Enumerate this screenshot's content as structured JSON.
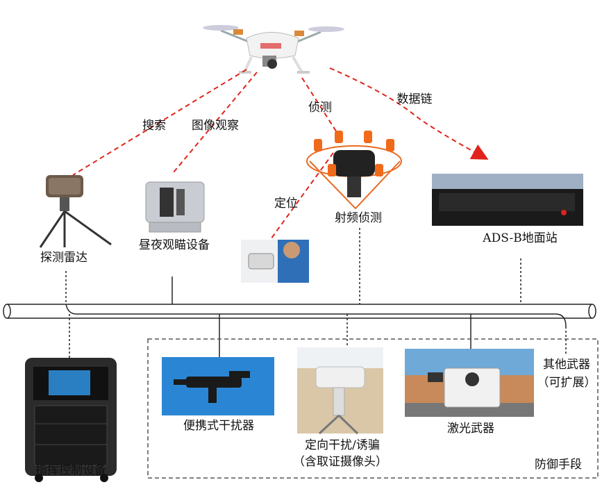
{
  "labels": {
    "search": "搜索",
    "image_observe": "图像观察",
    "recon": "侦测",
    "data_link": "数据链",
    "locate": "定位",
    "radar": "探测雷达",
    "daynight": "昼夜观瞄设备",
    "rf_detect": "射频侦测",
    "ads_b": "ADS-B地面站",
    "portable_jammer": "便携式干扰器",
    "directional_line1": "定向干扰/诱骗",
    "directional_line2": "（含取证摄像头）",
    "laser": "激光武器",
    "other_line1": "其他武器",
    "other_line2": "（可扩展）",
    "command": "指挥控制设备",
    "defense": "防御手段"
  },
  "colors": {
    "dashed_link": "#e0241b",
    "bus_line": "#222222",
    "defense_box": "#555555"
  }
}
